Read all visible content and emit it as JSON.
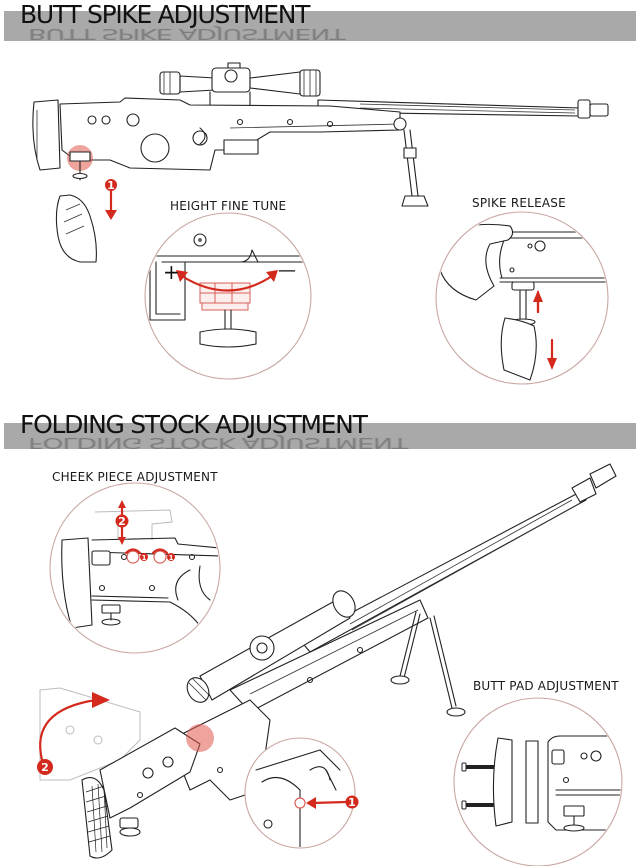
{
  "sections": [
    {
      "id": "butt-spike",
      "title": "BUTT SPIKE ADJUSTMENT",
      "callouts": [
        {
          "label": "HEIGHT FINE TUNE",
          "signs": {
            "plus": "+",
            "minus": "—"
          }
        },
        {
          "label": "SPIKE RELEASE"
        }
      ],
      "steps": [
        {
          "number": "1",
          "direction": "down"
        }
      ]
    },
    {
      "id": "folding-stock",
      "title": "FOLDING STOCK ADJUSTMENT",
      "callouts": [
        {
          "label": "CHEEK PIECE ADJUSTMENT",
          "steps": [
            "2",
            "1",
            "1"
          ]
        },
        {
          "label": "BUTT PAD ADJUSTMENT"
        }
      ],
      "steps": [
        {
          "number": "1",
          "direction": "left"
        },
        {
          "number": "2",
          "direction": "fold-forward"
        }
      ]
    }
  ],
  "colors": {
    "header_bar": "#a9a9a9",
    "accent_red": "#d42a1e",
    "callout_ring": "#c9a7a2",
    "line_art": "#222222"
  }
}
